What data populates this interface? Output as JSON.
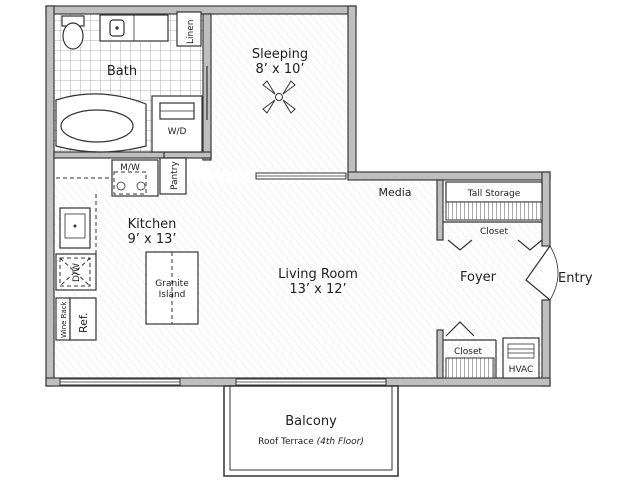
{
  "rooms": {
    "bath": "Bath",
    "linen": "Linen",
    "sleeping_name": "Sleeping",
    "sleeping_size": "8’ x 10’",
    "wd": "W/D",
    "mw": "M/W",
    "pantry": "Pantry",
    "media": "Media",
    "tall_storage": "Tall Storage",
    "closet_top": "Closet",
    "kitchen_name": "Kitchen",
    "kitchen_size": "9’ x 13’",
    "island_line1": "Granite",
    "island_line2": "Island",
    "living_name": "Living Room",
    "living_size": "13’ x 12’",
    "foyer": "Foyer",
    "entry": "Entry",
    "dw": "D/W",
    "wine_rack": "Wine Rack",
    "ref": "Ref.",
    "closet_bottom": "Closet",
    "hvac": "HVAC",
    "balcony": "Balcony",
    "terrace_text": "Roof Terrace ",
    "terrace_floor": "(4th Floor)"
  },
  "colors": {
    "wall": "#bfbfbf",
    "outline": "#333333",
    "text": "#1e1e1e"
  }
}
